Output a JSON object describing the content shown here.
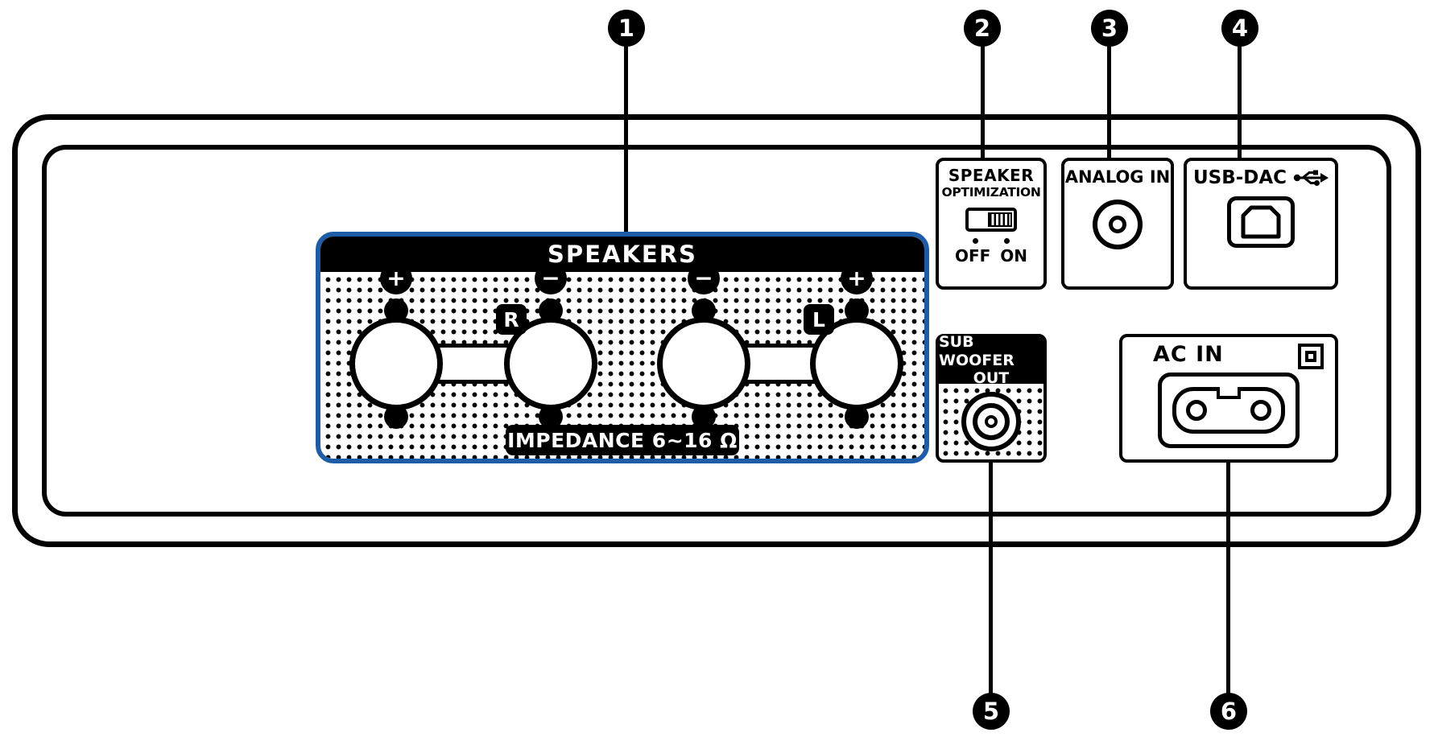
{
  "callouts": [
    {
      "number": "1",
      "target": "speakers"
    },
    {
      "number": "2",
      "target": "speaker-optimization"
    },
    {
      "number": "3",
      "target": "analog-in"
    },
    {
      "number": "4",
      "target": "usb-dac"
    },
    {
      "number": "5",
      "target": "sub-woofer-out"
    },
    {
      "number": "6",
      "target": "ac-in"
    }
  ],
  "speakers": {
    "title": "SPEAKERS",
    "right_label": "R",
    "left_label": "L",
    "impedance_label": "IMPEDANCE 6~16 Ω",
    "terminals": [
      {
        "polarity": "+"
      },
      {
        "polarity": "−"
      },
      {
        "polarity": "−"
      },
      {
        "polarity": "+"
      }
    ],
    "accent_color": "#1d5da8"
  },
  "speaker_optimization": {
    "title_line1": "SPEAKER",
    "title_line2": "OPTIMIZATION",
    "off_label": "OFF",
    "on_label": "ON"
  },
  "analog_in": {
    "title": "ANALOG IN"
  },
  "usb_dac": {
    "title": "USB-DAC"
  },
  "sub_woofer_out": {
    "title_line1": "SUB WOOFER",
    "title_line2": "OUT"
  },
  "ac_in": {
    "title": "AC IN"
  },
  "colors": {
    "outline": "#000000",
    "background": "#ffffff",
    "speaker_panel_accent": "#1d5da8"
  }
}
